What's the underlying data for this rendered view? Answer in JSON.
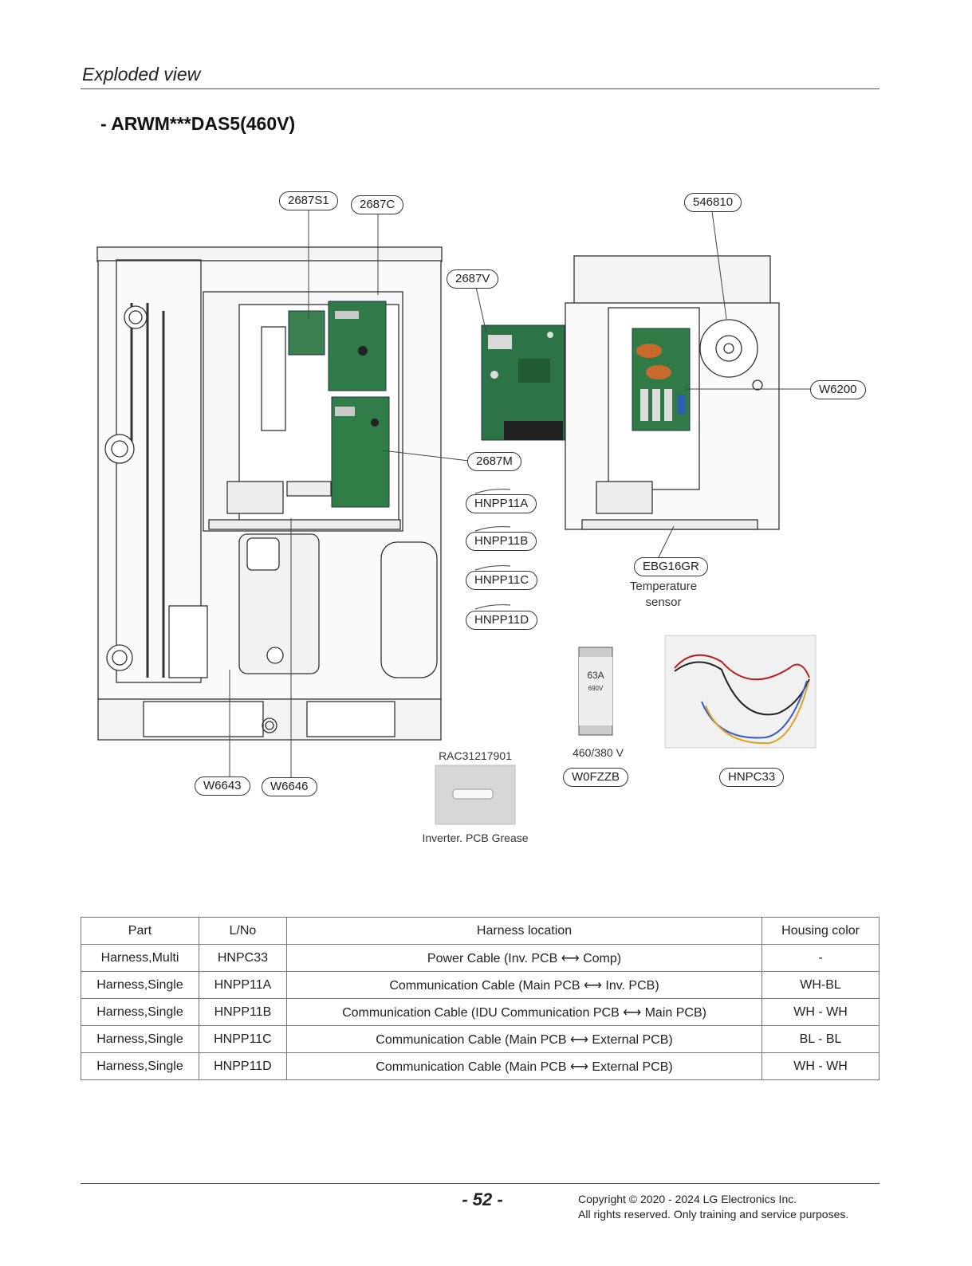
{
  "header": {
    "section_title": "Exploded view",
    "model_title": "- ARWM***DAS5(460V)"
  },
  "diagram": {
    "callouts": {
      "c2687S1": "2687S1",
      "c2687C": "2687C",
      "c546810": "546810",
      "c2687V": "2687V",
      "cW6200": "W6200",
      "c2687M": "2687M",
      "cHNPP11A": "HNPP11A",
      "cHNPP11B": "HNPP11B",
      "cHNPP11C": "HNPP11C",
      "cHNPP11D": "HNPP11D",
      "cEBG16GR": "EBG16GR",
      "cW6643": "W6643",
      "cW6646": "W6646",
      "cW0FZZB": "W0FZZB",
      "cHNPC33": "HNPC33"
    },
    "captions": {
      "temperature_sensor": "Temperature\nsensor",
      "grease_code": "RAC31217901",
      "grease_name": "Inverter. PCB Grease",
      "fuse_rating": "460/380 V",
      "fuse_label_amp": "63A",
      "fuse_label_volt": "690V"
    }
  },
  "table": {
    "headers": [
      "Part",
      "L/No",
      "Harness location",
      "Housing color"
    ],
    "rows": [
      [
        "Harness,Multi",
        "HNPC33",
        "Power Cable (Inv. PCB ⟷ Comp)",
        "-"
      ],
      [
        "Harness,Single",
        "HNPP11A",
        "Communication Cable (Main PCB ⟷ Inv. PCB)",
        "WH-BL"
      ],
      [
        "Harness,Single",
        "HNPP11B",
        "Communication Cable (IDU Communication PCB ⟷ Main PCB)",
        "WH - WH"
      ],
      [
        "Harness,Single",
        "HNPP11C",
        "Communication Cable (Main PCB ⟷ External PCB)",
        "BL - BL"
      ],
      [
        "Harness,Single",
        "HNPP11D",
        "Communication Cable (Main PCB ⟷ External PCB)",
        "WH - WH"
      ]
    ]
  },
  "footer": {
    "page_number": "- 52 -",
    "copyright_line1": "Copyright © 2020 - 2024 LG Electronics Inc.",
    "copyright_line2": "All rights reserved. Only training and service purposes."
  }
}
